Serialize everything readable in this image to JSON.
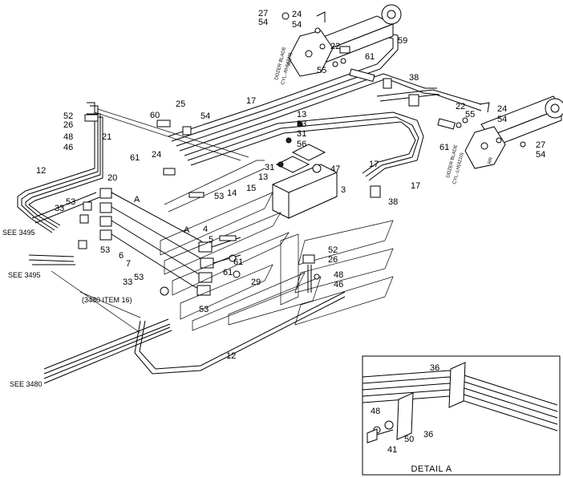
{
  "callouts": [
    {
      "id": "c27a",
      "text": "27"
    },
    {
      "id": "c54a",
      "text": "54"
    },
    {
      "id": "c24a",
      "text": "24"
    },
    {
      "id": "c54b",
      "text": "54"
    },
    {
      "id": "c59",
      "text": "59"
    },
    {
      "id": "c22a",
      "text": "22"
    },
    {
      "id": "c61a",
      "text": "61"
    },
    {
      "id": "c55a",
      "text": "55"
    },
    {
      "id": "c38a",
      "text": "38"
    },
    {
      "id": "c17a",
      "text": "17"
    },
    {
      "id": "c13a",
      "text": "13"
    },
    {
      "id": "c53a",
      "text": "53"
    },
    {
      "id": "c31a",
      "text": "31"
    },
    {
      "id": "c56",
      "text": "56"
    },
    {
      "id": "c25",
      "text": "25"
    },
    {
      "id": "c60",
      "text": "60"
    },
    {
      "id": "c54c",
      "text": "54"
    },
    {
      "id": "c52a",
      "text": "52"
    },
    {
      "id": "c26a",
      "text": "26"
    },
    {
      "id": "c48a",
      "text": "48"
    },
    {
      "id": "c46a",
      "text": "46"
    },
    {
      "id": "c21",
      "text": "21"
    },
    {
      "id": "c61b",
      "text": "61"
    },
    {
      "id": "c24b",
      "text": "24"
    },
    {
      "id": "c12a",
      "text": "12"
    },
    {
      "id": "c20",
      "text": "20"
    },
    {
      "id": "c31b",
      "text": "31"
    },
    {
      "id": "c13b",
      "text": "13"
    },
    {
      "id": "c47",
      "text": "47"
    },
    {
      "id": "c15",
      "text": "15"
    },
    {
      "id": "c14",
      "text": "14"
    },
    {
      "id": "c53b",
      "text": "53"
    },
    {
      "id": "c3",
      "text": "3"
    },
    {
      "id": "c17b",
      "text": "17"
    },
    {
      "id": "c17c",
      "text": "17"
    },
    {
      "id": "c38b",
      "text": "38"
    },
    {
      "id": "c53c",
      "text": "53"
    },
    {
      "id": "c33a",
      "text": "33"
    },
    {
      "id": "c4",
      "text": "4"
    },
    {
      "id": "c5",
      "text": "5"
    },
    {
      "id": "c53d",
      "text": "53"
    },
    {
      "id": "c6",
      "text": "6"
    },
    {
      "id": "c7",
      "text": "7"
    },
    {
      "id": "c61c",
      "text": "61"
    },
    {
      "id": "c52b",
      "text": "52"
    },
    {
      "id": "c26b",
      "text": "26"
    },
    {
      "id": "c48b",
      "text": "48"
    },
    {
      "id": "c46b",
      "text": "46"
    },
    {
      "id": "c53e",
      "text": "53"
    },
    {
      "id": "c33b",
      "text": "33"
    },
    {
      "id": "c61d",
      "text": "61"
    },
    {
      "id": "c29",
      "text": "29"
    },
    {
      "id": "c53f",
      "text": "53"
    },
    {
      "id": "c12b",
      "text": "12"
    },
    {
      "id": "c22b",
      "text": "22"
    },
    {
      "id": "c24c",
      "text": "24"
    },
    {
      "id": "c55b",
      "text": "55"
    },
    {
      "id": "c54d",
      "text": "54"
    },
    {
      "id": "c61e",
      "text": "61"
    },
    {
      "id": "c27b",
      "text": "27"
    },
    {
      "id": "c54e",
      "text": "54"
    },
    {
      "id": "c36a",
      "text": "36"
    },
    {
      "id": "c48c",
      "text": "48"
    },
    {
      "id": "c50",
      "text": "50"
    },
    {
      "id": "c36b",
      "text": "36"
    },
    {
      "id": "c41",
      "text": "41"
    },
    {
      "id": "detailA1",
      "text": "A"
    },
    {
      "id": "detailA2",
      "text": "A"
    }
  ],
  "references": [
    {
      "id": "see3495a",
      "text": "SEE 3495"
    },
    {
      "id": "see3495b",
      "text": "SEE 3495"
    },
    {
      "id": "item16",
      "text": "(3480 ITEM 16)"
    },
    {
      "id": "see3480",
      "text": "SEE 3480"
    }
  ],
  "cylinder_labels": {
    "top_rr": "RR",
    "top_line1": "DOZER BLADE",
    "top_line2": "CYL.-RH(4210)",
    "right_rr": "RR",
    "right_line1": "DOZER BLADE",
    "right_line2": "CYL.-LH(4210)"
  },
  "detail_title": "DETAIL  A"
}
